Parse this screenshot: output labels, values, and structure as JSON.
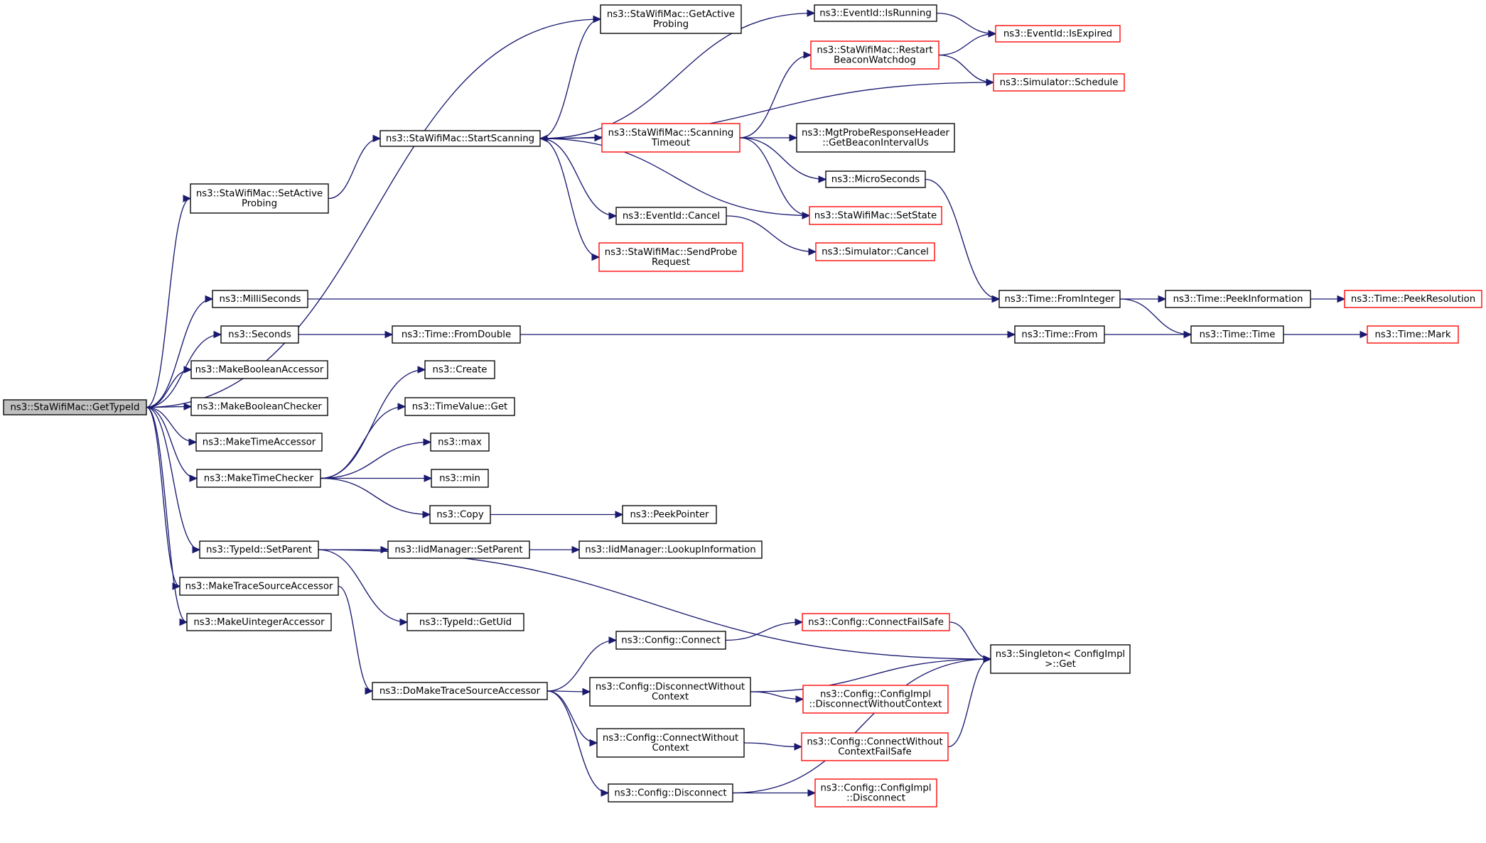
{
  "colors": {
    "edge": "#191970",
    "root_fill": "#bfbfbf",
    "node_fill": "#ffffff",
    "node_border": "#000000",
    "truncated_border": "#ff0000"
  },
  "nodes": {
    "root": {
      "lines": [
        "ns3::StaWifiMac::GetTypeId"
      ],
      "style": "root"
    },
    "setActiveProbing": {
      "lines": [
        "ns3::StaWifiMac::SetActive",
        "Probing"
      ],
      "style": "normal"
    },
    "getActiveProbing": {
      "lines": [
        "ns3::StaWifiMac::GetActive",
        "Probing"
      ],
      "style": "normal"
    },
    "startScanning": {
      "lines": [
        "ns3::StaWifiMac::StartScanning"
      ],
      "style": "normal"
    },
    "scanningTimeout": {
      "lines": [
        "ns3::StaWifiMac::Scanning",
        "Timeout"
      ],
      "style": "truncated"
    },
    "eventIsRunning": {
      "lines": [
        "ns3::EventId::IsRunning"
      ],
      "style": "normal"
    },
    "eventIsExpired": {
      "lines": [
        "ns3::EventId::IsExpired"
      ],
      "style": "truncated"
    },
    "restartBeacon": {
      "lines": [
        "ns3::StaWifiMac::Restart",
        "BeaconWatchdog"
      ],
      "style": "truncated"
    },
    "simSchedule": {
      "lines": [
        "ns3::Simulator::Schedule"
      ],
      "style": "truncated"
    },
    "mgtProbe": {
      "lines": [
        "ns3::MgtProbeResponseHeader",
        "::GetBeaconIntervalUs"
      ],
      "style": "normal"
    },
    "microSeconds": {
      "lines": [
        "ns3::MicroSeconds"
      ],
      "style": "normal"
    },
    "setState": {
      "lines": [
        "ns3::StaWifiMac::SetState"
      ],
      "style": "truncated"
    },
    "eventCancel": {
      "lines": [
        "ns3::EventId::Cancel"
      ],
      "style": "normal"
    },
    "simCancel": {
      "lines": [
        "ns3::Simulator::Cancel"
      ],
      "style": "truncated"
    },
    "sendProbe": {
      "lines": [
        "ns3::StaWifiMac::SendProbe",
        "Request"
      ],
      "style": "truncated"
    },
    "milliSeconds": {
      "lines": [
        "ns3::MilliSeconds"
      ],
      "style": "normal"
    },
    "fromInteger": {
      "lines": [
        "ns3::Time::FromInteger"
      ],
      "style": "normal"
    },
    "peekInformation": {
      "lines": [
        "ns3::Time::PeekInformation"
      ],
      "style": "normal"
    },
    "peekResolution": {
      "lines": [
        "ns3::Time::PeekResolution"
      ],
      "style": "truncated"
    },
    "seconds": {
      "lines": [
        "ns3::Seconds"
      ],
      "style": "normal"
    },
    "fromDouble": {
      "lines": [
        "ns3::Time::FromDouble"
      ],
      "style": "normal"
    },
    "timeFrom": {
      "lines": [
        "ns3::Time::From"
      ],
      "style": "normal"
    },
    "timeTime": {
      "lines": [
        "ns3::Time::Time"
      ],
      "style": "normal"
    },
    "timeMark": {
      "lines": [
        "ns3::Time::Mark"
      ],
      "style": "truncated"
    },
    "makeBoolAccessor": {
      "lines": [
        "ns3::MakeBooleanAccessor"
      ],
      "style": "normal"
    },
    "makeBoolChecker": {
      "lines": [
        "ns3::MakeBooleanChecker"
      ],
      "style": "normal"
    },
    "makeTimeAccessor": {
      "lines": [
        "ns3::MakeTimeAccessor"
      ],
      "style": "normal"
    },
    "makeTimeChecker": {
      "lines": [
        "ns3::MakeTimeChecker"
      ],
      "style": "normal"
    },
    "create": {
      "lines": [
        "ns3::Create"
      ],
      "style": "normal"
    },
    "timeValueGet": {
      "lines": [
        "ns3::TimeValue::Get"
      ],
      "style": "normal"
    },
    "max": {
      "lines": [
        "ns3::max"
      ],
      "style": "normal"
    },
    "min": {
      "lines": [
        "ns3::min"
      ],
      "style": "normal"
    },
    "copy": {
      "lines": [
        "ns3::Copy"
      ],
      "style": "normal"
    },
    "peekPointer": {
      "lines": [
        "ns3::PeekPointer"
      ],
      "style": "normal"
    },
    "typeIdSetParent": {
      "lines": [
        "ns3::TypeId::SetParent"
      ],
      "style": "normal"
    },
    "iidSetParent": {
      "lines": [
        "ns3::IidManager::SetParent"
      ],
      "style": "normal"
    },
    "iidLookup": {
      "lines": [
        "ns3::IidManager::LookupInformation"
      ],
      "style": "normal"
    },
    "typeIdGetUid": {
      "lines": [
        "ns3::TypeId::GetUid"
      ],
      "style": "normal"
    },
    "makeTraceSource": {
      "lines": [
        "ns3::MakeTraceSourceAccessor"
      ],
      "style": "normal"
    },
    "makeUintAccessor": {
      "lines": [
        "ns3::MakeUintegerAccessor"
      ],
      "style": "normal"
    },
    "doMakeTrace": {
      "lines": [
        "ns3::DoMakeTraceSourceAccessor"
      ],
      "style": "normal"
    },
    "cfgConnect": {
      "lines": [
        "ns3::Config::Connect"
      ],
      "style": "normal"
    },
    "cfgConnectFailSafe": {
      "lines": [
        "ns3::Config::ConnectFailSafe"
      ],
      "style": "truncated"
    },
    "singletonGet": {
      "lines": [
        "ns3::Singleton< ConfigImpl",
        " >::Get"
      ],
      "style": "normal"
    },
    "cfgDisconnectWithout": {
      "lines": [
        "ns3::Config::DisconnectWithout",
        "Context"
      ],
      "style": "normal"
    },
    "cfgImplDisconnectWithout": {
      "lines": [
        "ns3::Config::ConfigImpl",
        "::DisconnectWithoutContext"
      ],
      "style": "truncated"
    },
    "cfgConnectWithout": {
      "lines": [
        "ns3::Config::ConnectWithout",
        "Context"
      ],
      "style": "normal"
    },
    "cfgConnectWithoutFailSafe": {
      "lines": [
        "ns3::Config::ConnectWithout",
        "ContextFailSafe"
      ],
      "style": "truncated"
    },
    "cfgDisconnect": {
      "lines": [
        "ns3::Config::Disconnect"
      ],
      "style": "normal"
    },
    "cfgImplDisconnect": {
      "lines": [
        "ns3::Config::ConfigImpl",
        "::Disconnect"
      ],
      "style": "truncated"
    }
  },
  "edges": [
    [
      "root",
      "setActiveProbing"
    ],
    [
      "root",
      "getActiveProbing"
    ],
    [
      "root",
      "milliSeconds"
    ],
    [
      "root",
      "seconds"
    ],
    [
      "root",
      "makeBoolAccessor"
    ],
    [
      "root",
      "makeBoolChecker"
    ],
    [
      "root",
      "makeTimeAccessor"
    ],
    [
      "root",
      "makeTimeChecker"
    ],
    [
      "root",
      "typeIdSetParent"
    ],
    [
      "root",
      "makeTraceSource"
    ],
    [
      "root",
      "makeUintAccessor"
    ],
    [
      "setActiveProbing",
      "startScanning"
    ],
    [
      "startScanning",
      "getActiveProbing"
    ],
    [
      "startScanning",
      "eventIsRunning"
    ],
    [
      "startScanning",
      "simSchedule"
    ],
    [
      "startScanning",
      "scanningTimeout"
    ],
    [
      "startScanning",
      "setState"
    ],
    [
      "startScanning",
      "eventCancel"
    ],
    [
      "startScanning",
      "sendProbe"
    ],
    [
      "scanningTimeout",
      "startScanning"
    ],
    [
      "scanningTimeout",
      "restartBeacon"
    ],
    [
      "scanningTimeout",
      "mgtProbe"
    ],
    [
      "scanningTimeout",
      "microSeconds"
    ],
    [
      "scanningTimeout",
      "setState"
    ],
    [
      "eventIsRunning",
      "eventIsExpired"
    ],
    [
      "restartBeacon",
      "eventIsExpired"
    ],
    [
      "restartBeacon",
      "simSchedule"
    ],
    [
      "eventCancel",
      "simCancel"
    ],
    [
      "microSeconds",
      "fromInteger"
    ],
    [
      "milliSeconds",
      "fromInteger"
    ],
    [
      "fromInteger",
      "peekInformation"
    ],
    [
      "fromInteger",
      "timeTime"
    ],
    [
      "peekInformation",
      "peekResolution"
    ],
    [
      "seconds",
      "fromDouble"
    ],
    [
      "fromDouble",
      "timeFrom"
    ],
    [
      "timeFrom",
      "timeTime"
    ],
    [
      "timeTime",
      "timeMark"
    ],
    [
      "makeTimeChecker",
      "create"
    ],
    [
      "makeTimeChecker",
      "timeValueGet"
    ],
    [
      "makeTimeChecker",
      "max"
    ],
    [
      "makeTimeChecker",
      "min"
    ],
    [
      "makeTimeChecker",
      "copy"
    ],
    [
      "copy",
      "peekPointer"
    ],
    [
      "typeIdSetParent",
      "iidSetParent"
    ],
    [
      "typeIdSetParent",
      "typeIdGetUid"
    ],
    [
      "typeIdSetParent",
      "singletonGet"
    ],
    [
      "iidSetParent",
      "iidLookup"
    ],
    [
      "makeTraceSource",
      "doMakeTrace"
    ],
    [
      "doMakeTrace",
      "cfgConnect"
    ],
    [
      "doMakeTrace",
      "cfgDisconnectWithout"
    ],
    [
      "doMakeTrace",
      "cfgConnectWithout"
    ],
    [
      "doMakeTrace",
      "cfgDisconnect"
    ],
    [
      "cfgConnect",
      "cfgConnectFailSafe"
    ],
    [
      "cfgConnectFailSafe",
      "singletonGet"
    ],
    [
      "cfgDisconnectWithout",
      "singletonGet"
    ],
    [
      "cfgDisconnectWithout",
      "cfgImplDisconnectWithout"
    ],
    [
      "cfgConnectWithout",
      "cfgConnectWithoutFailSafe"
    ],
    [
      "cfgConnectWithoutFailSafe",
      "singletonGet"
    ],
    [
      "cfgDisconnect",
      "cfgImplDisconnect"
    ],
    [
      "cfgDisconnect",
      "singletonGet"
    ]
  ]
}
